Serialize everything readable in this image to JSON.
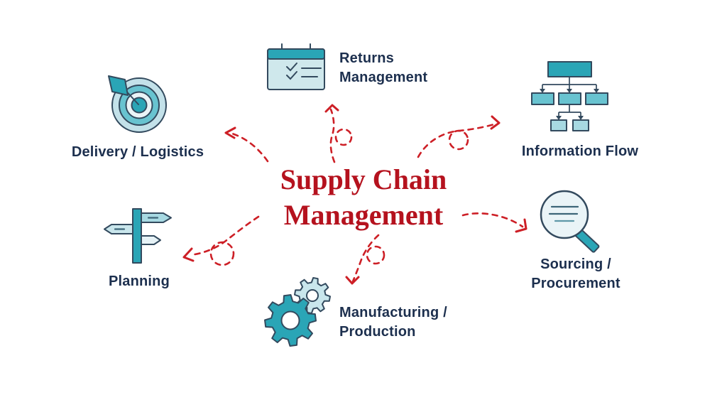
{
  "title": {
    "lines": [
      "Supply Chain",
      "Management"
    ]
  },
  "nodes": {
    "delivery": {
      "label_lines": [
        "Delivery / Logistics"
      ],
      "icon": "target-dart-icon"
    },
    "returns": {
      "label_lines": [
        "Returns",
        "Management"
      ],
      "icon": "calendar-checklist-icon"
    },
    "information": {
      "label_lines": [
        "Information Flow"
      ],
      "icon": "org-chart-icon"
    },
    "sourcing": {
      "label_lines": [
        "Sourcing /",
        "Procurement"
      ],
      "icon": "magnifier-icon"
    },
    "manufacturing": {
      "label_lines": [
        "Manufacturing /",
        "Production"
      ],
      "icon": "gears-icon"
    },
    "planning": {
      "label_lines": [
        "Planning"
      ],
      "icon": "signpost-icon"
    }
  },
  "colors": {
    "accent_red": "#b5121e",
    "arrow_red": "#cd1f26",
    "teal": "#2aa5b6",
    "teal_medium": "#68c3d0",
    "teal_light": "#a7d9e2",
    "pale_blue": "#cfe8ec",
    "lens_blue": "#eaf4f7",
    "outer_ring": "#c3e1e9",
    "sign_mid": "#c9e6ec",
    "sign_light": "#e6f2f6",
    "rule_line": "#3d6678",
    "rule_line_light": "#5e98a8",
    "outline_navy": "#334a5e",
    "label_navy": "#1c2f4e"
  }
}
